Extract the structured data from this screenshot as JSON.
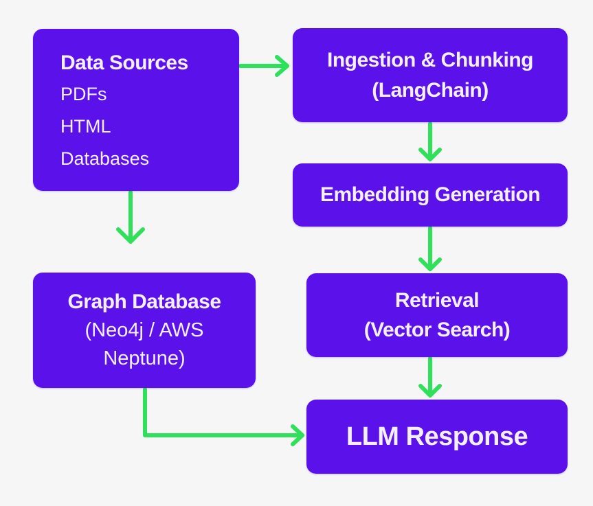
{
  "diagram": {
    "colors": {
      "node_fill": "#5b12ea",
      "node_text": "#f4efff",
      "arrow": "#2fe05a",
      "background": "#f6f6f7"
    },
    "nodes": {
      "sources": {
        "title": "Data Sources",
        "items": [
          "PDFs",
          "HTML",
          "Databases"
        ]
      },
      "ingest": {
        "title": "Ingestion & Chunking",
        "subtitle": "(LangChain)"
      },
      "embed": {
        "title": "Embedding Generation"
      },
      "retrieval": {
        "title": "Retrieval",
        "subtitle": "(Vector Search)"
      },
      "graph": {
        "title": "Graph Database",
        "line2": "(Neo4j / AWS",
        "line3": "Neptune)"
      },
      "llm": {
        "title": "LLM Response"
      }
    },
    "edges": [
      {
        "from": "sources",
        "to": "ingest"
      },
      {
        "from": "ingest",
        "to": "embed"
      },
      {
        "from": "embed",
        "to": "retrieval"
      },
      {
        "from": "retrieval",
        "to": "llm"
      },
      {
        "from": "sources",
        "to": "graph"
      },
      {
        "from": "graph",
        "to": "llm"
      }
    ]
  }
}
